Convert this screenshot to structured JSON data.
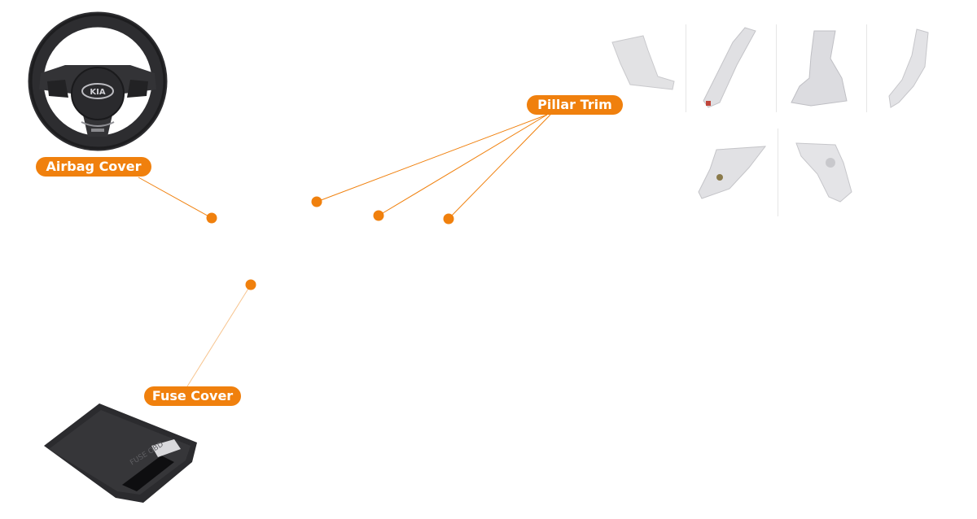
{
  "labels": {
    "airbag": "Airbag Cover",
    "pillar": "Pillar Trim",
    "fuse": "Fuse Cover"
  },
  "steering_wheel": {
    "badge": "KIA"
  },
  "fuse_cover": {
    "imprint": "FUSE OBD"
  },
  "colors": {
    "accent": "#f0800d",
    "part_light": "#e4e4e4",
    "part_dark": "#2b2b2d"
  }
}
